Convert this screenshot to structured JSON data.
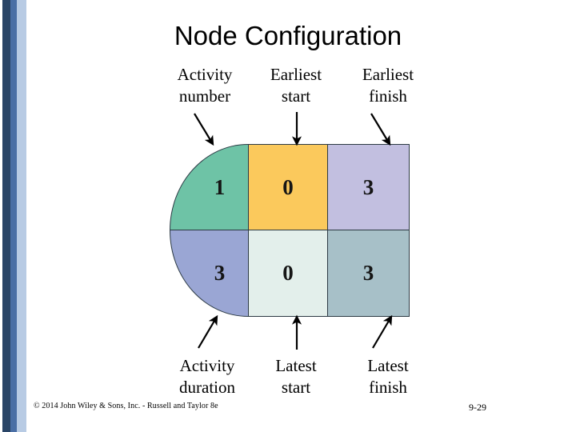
{
  "slide": {
    "title": "Node Configuration",
    "page_number": "9-29",
    "copyright": "© 2014 John Wiley & Sons, Inc. - Russell and Taylor 8e"
  },
  "theme": {
    "background": "#ffffff",
    "stripe_white": "#ffffff",
    "stripe_navy": "#2a4567",
    "stripe_medium_blue": "#4a6fa5",
    "stripe_light_blue": "#b8cbe4",
    "outline": "#2c3a44",
    "text": "#000000"
  },
  "diagram": {
    "type": "node-configuration",
    "top_annotations": [
      {
        "id": "activity-number",
        "label": "Activity\nnumber",
        "arrow": "diagonal-down-right"
      },
      {
        "id": "earliest-start",
        "label": "Earliest\nstart",
        "arrow": "straight-down"
      },
      {
        "id": "earliest-finish",
        "label": "Earliest\nfinish",
        "arrow": "diagonal-down-right"
      }
    ],
    "bottom_annotations": [
      {
        "id": "activity-duration",
        "label": "Activity\nduration",
        "arrow": "diagonal-up-right"
      },
      {
        "id": "latest-start",
        "label": "Latest\nstart",
        "arrow": "straight-up"
      },
      {
        "id": "latest-finish",
        "label": "Latest\nfinish",
        "arrow": "diagonal-up-right"
      }
    ],
    "cells": [
      {
        "id": "activity-number",
        "value": "1",
        "color": "#6ec3a6",
        "row": "top",
        "col": "left"
      },
      {
        "id": "earliest-start",
        "value": "0",
        "color": "#fbc95c",
        "row": "top",
        "col": "middle"
      },
      {
        "id": "earliest-finish",
        "value": "3",
        "color": "#c2bfe0",
        "row": "top",
        "col": "right"
      },
      {
        "id": "activity-duration",
        "value": "3",
        "color": "#9aa6d4",
        "row": "bottom",
        "col": "left"
      },
      {
        "id": "latest-start",
        "value": "0",
        "color": "#e3efeb",
        "row": "bottom",
        "col": "middle"
      },
      {
        "id": "latest-finish",
        "value": "3",
        "color": "#a7c0c8",
        "row": "bottom",
        "col": "right"
      }
    ]
  }
}
